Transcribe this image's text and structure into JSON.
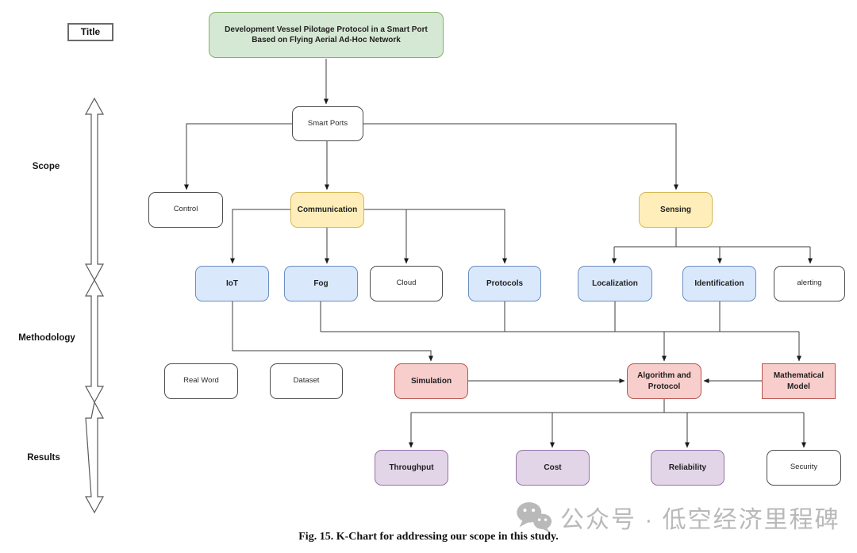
{
  "figure": {
    "caption": "Fig. 15. K-Chart for addressing our scope in this study."
  },
  "watermark": {
    "icon": "wechat-logo",
    "text": "公众号 · 低空经济里程碑"
  },
  "axis": {
    "items": [
      {
        "id": "scope",
        "label": "Scope"
      },
      {
        "id": "methodology",
        "label": "Methodology"
      },
      {
        "id": "results",
        "label": "Results"
      }
    ]
  },
  "nodes": {
    "title_label": "Title",
    "main_title": "Development Vessel Pilotage Protocol in a Smart Port Based on Flying Aerial Ad-Hoc Network",
    "smart_ports": "Smart Ports",
    "control": "Control",
    "communication": "Communication",
    "sensing": "Sensing",
    "iot": "IoT",
    "fog": "Fog",
    "cloud": "Cloud",
    "protocols": "Protocols",
    "localization": "Localization",
    "identification": "Identification",
    "alerting": "alerting",
    "real_word": "Real Word",
    "dataset": "Dataset",
    "simulation": "Simulation",
    "algorithm_protocol": "Algorithm and Protocol",
    "mathematical_model": "Mathematical Model",
    "throughput": "Throughput",
    "cost": "Cost",
    "reliability": "Reliability",
    "security": "Security"
  },
  "edges": [
    [
      "main_title",
      "smart_ports"
    ],
    [
      "smart_ports",
      "control"
    ],
    [
      "smart_ports",
      "communication"
    ],
    [
      "smart_ports",
      "sensing"
    ],
    [
      "communication",
      "iot"
    ],
    [
      "communication",
      "fog"
    ],
    [
      "communication",
      "cloud"
    ],
    [
      "communication",
      "protocols"
    ],
    [
      "sensing",
      "localization"
    ],
    [
      "sensing",
      "identification"
    ],
    [
      "sensing",
      "alerting"
    ],
    [
      "iot",
      "simulation"
    ],
    [
      "fog",
      "algorithm_protocol"
    ],
    [
      "protocols",
      "algorithm_protocol"
    ],
    [
      "localization",
      "algorithm_protocol"
    ],
    [
      "identification",
      "algorithm_protocol"
    ],
    [
      "fog",
      "mathematical_model"
    ],
    [
      "simulation",
      "algorithm_protocol"
    ],
    [
      "mathematical_model",
      "algorithm_protocol"
    ],
    [
      "algorithm_protocol",
      "throughput"
    ],
    [
      "algorithm_protocol",
      "cost"
    ],
    [
      "algorithm_protocol",
      "reliability"
    ],
    [
      "algorithm_protocol",
      "security"
    ]
  ],
  "palette": {
    "green_fill": "#d5e8d4",
    "green_stroke": "#82b366",
    "yellow_fill": "#ffeeba",
    "yellow_stroke": "#d6b656",
    "blue_fill": "#dae8fc",
    "blue_stroke": "#6c8ebf",
    "pink_fill": "#f8cecc",
    "pink_stroke": "#b85450",
    "purple_fill": "#e1d5e7",
    "purple_stroke": "#9673a6",
    "wire": "#3d3d3d",
    "watermark": "#b9b9b9"
  }
}
